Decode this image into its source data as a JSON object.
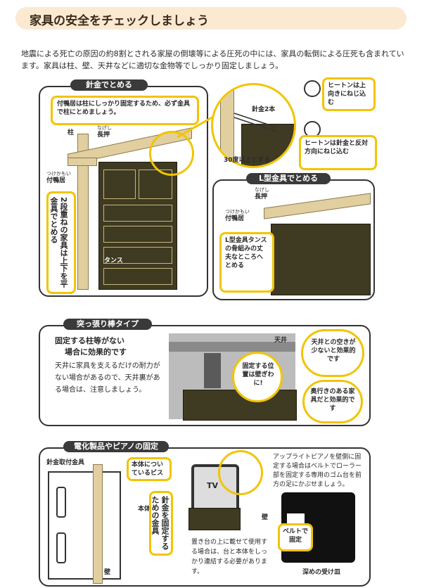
{
  "title": "家具の安全をチェックしましょう",
  "intro": "地震による死亡の原因の約8割とされる家屋の倒壊等による圧死の中には、家具の転倒による圧死も含まれています。家具は柱、壁、天井などに適切な金物等でしっかり固定しましょう。",
  "wire": {
    "tag": "針金でとめる",
    "box_text": "付鴨居は柱にしっかり固定するため、必ず金具で柱にとめましょう。",
    "label_hashira": "柱",
    "label_nageshi_ruby": "なげし",
    "label_nageshi": "長押",
    "label_tsukekamoi_ruby": "つけかもい",
    "label_tsukekamoi": "付鴨居",
    "vertical_note": "2段重ねの家具は上下を平金具でとめる",
    "label_tansu": "タンス",
    "label_harigane2": "針金2本",
    "label_angle": "30度以上とする",
    "hint1": "ヒートンは上向きにねじ込む",
    "hint2": "ヒートンは針金と反対方向にねじ込む"
  },
  "lbracket": {
    "tag": "L型金具でとめる",
    "label_nageshi_ruby": "なげし",
    "label_nageshi": "長押",
    "label_tsukekamoi_ruby": "つけかもい",
    "label_tsukekamoi": "付鴨居",
    "note": "L型金具タンスの骨組みの丈夫なところへとめる"
  },
  "pole": {
    "tag": "突っ張り棒タイプ",
    "head1": "固定する柱等がない",
    "head2": "場合に効果的です",
    "body": "天井に家具を支えるだけの耐力がない場合があるので、天井裏がある場合は、注意しましょう。",
    "label_tenjo": "天井",
    "bubble_pos": "固定する位置は壁ぎわに!",
    "bubble_gap": "天井との空きが少ないと効果的です",
    "bubble_deep": "奥行きのある家具だと効果的です"
  },
  "appliance": {
    "tag": "電化製品やピアノの固定",
    "label_kanagu": "針金取付金具",
    "label_wall1": "壁",
    "screw_note": "本体についているビス",
    "label_hontai": "本体",
    "fix_note": "針金を固定するための金具",
    "label_tv": "TV",
    "label_wall2": "壁",
    "tv_note": "置き台の上に載せて使用する場合は、台と本体をしっかり連結する必要があります。",
    "piano_note": "アップライトピアノを壁側に固定する場合はベルトでローラー部を固定する専用のゴム台を前方の足にかぶせましょう。",
    "belt": "ベルトで固定",
    "tray": "深めの受け皿"
  }
}
